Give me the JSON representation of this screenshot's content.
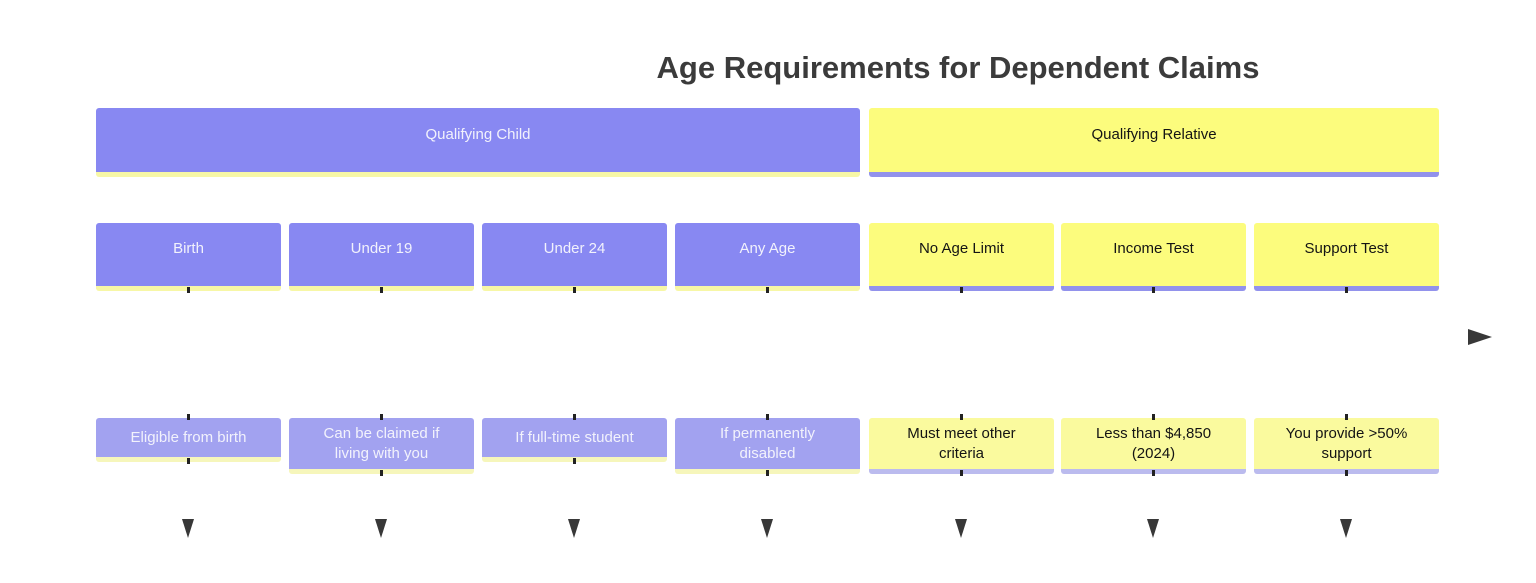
{
  "title": "Age Requirements for Dependent Claims",
  "diagram_type": "timeline",
  "sections": [
    {
      "label": "Qualifying Child",
      "theme": "purple",
      "columns_spanned": 4
    },
    {
      "label": "Qualifying Relative",
      "theme": "yellow",
      "columns_spanned": 3
    }
  ],
  "columns": [
    {
      "period": "Birth",
      "event": "Eligible from birth",
      "theme": "purple"
    },
    {
      "period": "Under 19",
      "event": "Can be claimed if\nliving with you",
      "theme": "purple"
    },
    {
      "period": "Under 24",
      "event": "If full-time student",
      "theme": "purple"
    },
    {
      "period": "Any Age",
      "event": "If permanently\ndisabled",
      "theme": "purple"
    },
    {
      "period": "No Age Limit",
      "event": "Must meet other\ncriteria",
      "theme": "yellow"
    },
    {
      "period": "Income Test",
      "event": "Less than $4,850\n(2024)",
      "theme": "yellow"
    },
    {
      "period": "Support Test",
      "event": "You provide >50%\nsupport",
      "theme": "yellow"
    }
  ],
  "icons": {
    "timeline_axis_arrow": "right-arrow",
    "column_connector_arrow": "down-arrow"
  },
  "colors": {
    "background": "#ffffff",
    "titleColor": "#3b3b3b",
    "purple": "#8888f2",
    "purpleLight": "#a2a2f0",
    "yellow": "#fcfc7d",
    "yellowLight": "#fafa9e",
    "stripYellow": "#f7f7a6",
    "stripYellowPale": "#f6f6bb",
    "stripPurple": "#9292ec",
    "stripPurplePale": "#bbbbee",
    "textOnPurple": "#f2f2fc",
    "textOnYellow": "#141414",
    "arrowColor": "#383838",
    "tickColor": "#222222"
  }
}
